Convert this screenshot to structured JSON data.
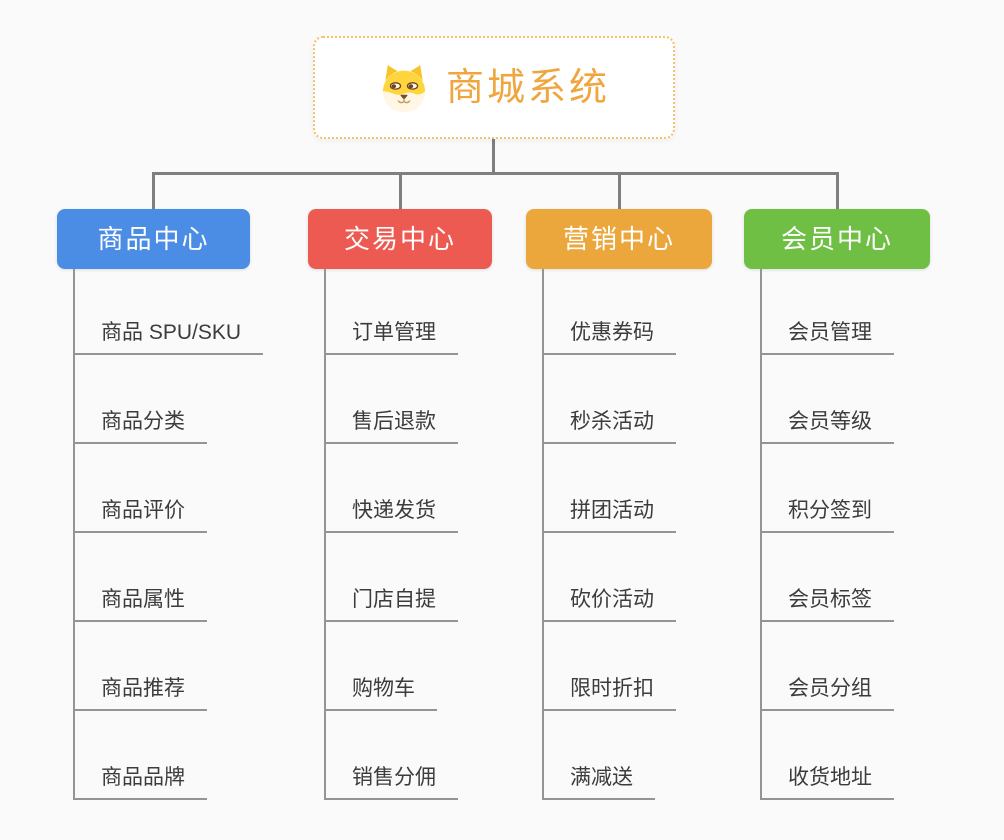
{
  "canvas": {
    "background": "#fafafa"
  },
  "root": {
    "title": "商城系统",
    "icon": "shiba-dog-icon",
    "box_color": "#ffffff",
    "border_color": "#f6c169",
    "title_color": "#f0a63f"
  },
  "connectors": {
    "tree_line_color": "#7f7f7f",
    "branch_line_color": "#949494"
  },
  "branches": [
    {
      "label": "商品中心",
      "color": "#4b8de4",
      "items": [
        "商品 SPU/SKU",
        "商品分类",
        "商品评价",
        "商品属性",
        "商品推荐",
        "商品品牌"
      ]
    },
    {
      "label": "交易中心",
      "color": "#ed5a52",
      "items": [
        "订单管理",
        "售后退款",
        "快递发货",
        "门店自提",
        "购物车",
        "销售分佣"
      ]
    },
    {
      "label": "营销中心",
      "color": "#eba73c",
      "items": [
        "优惠券码",
        "秒杀活动",
        "拼团活动",
        "砍价活动",
        "限时折扣",
        "满减送"
      ]
    },
    {
      "label": "会员中心",
      "color": "#6fbf44",
      "items": [
        "会员管理",
        "会员等级",
        "积分签到",
        "会员标签",
        "会员分组",
        "收货地址"
      ]
    }
  ]
}
